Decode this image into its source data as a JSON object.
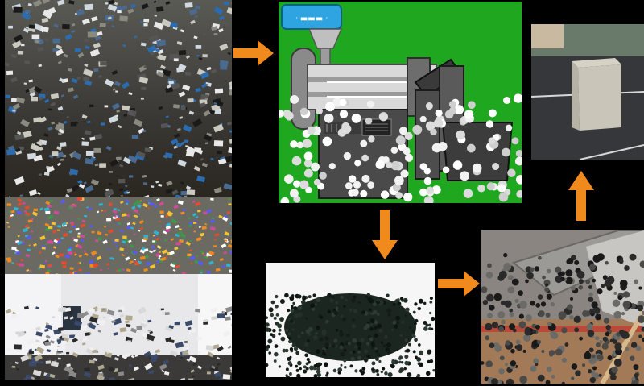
{
  "colors": {
    "background": "#000000",
    "arrow": "#f08a1c",
    "machine_bg": "#1fa81f",
    "panel_border": "#ffffff"
  },
  "machine": {
    "logo_text": "ᐧ ▬▬▬ ᐧ",
    "icon": "extruder-machine-icon"
  },
  "panels": [
    {
      "id": "landfill",
      "icon": "plastic-waste-pile-icon"
    },
    {
      "id": "sorted-plastic",
      "icon": "shredded-plastic-icon"
    },
    {
      "id": "indoor-waste",
      "icon": "waste-heap-indoor-icon"
    },
    {
      "id": "extruder",
      "icon": "extruder-machine-icon"
    },
    {
      "id": "pellets",
      "icon": "black-pellets-icon"
    },
    {
      "id": "concrete-pour",
      "icon": "concrete-pour-icon"
    },
    {
      "id": "concrete-block",
      "icon": "concrete-block-icon"
    }
  ]
}
